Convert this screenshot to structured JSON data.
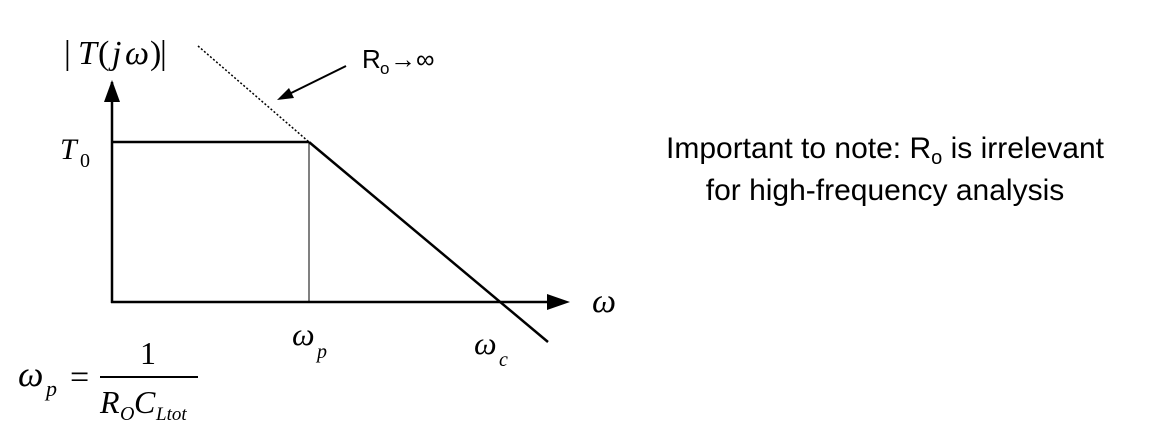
{
  "diagram": {
    "y_axis_label": {
      "abs_left": "|",
      "func": "T",
      "paren_open": "(",
      "arg_j": "j",
      "arg_w": "ω",
      "paren_close": ")",
      "abs_right": "|"
    },
    "level_label": {
      "main": "T",
      "sub": "0"
    },
    "x_axis_label": "ω",
    "pole_label": {
      "main": "ω",
      "sub": "p"
    },
    "crossover_label": {
      "main": "ω",
      "sub": "c"
    },
    "annotation": {
      "main": "R",
      "sub": "o",
      "rest": "→∞"
    },
    "formula": {
      "lhs_main": "ω",
      "lhs_sub": "p",
      "eq": "=",
      "numerator": "1",
      "den_r": "R",
      "den_r_sub": "O",
      "den_c": "C",
      "den_c_sub": "Ltot"
    }
  },
  "note": {
    "line1_before": "Important to note: R",
    "line1_sub": "o",
    "line1_after": " is irrelevant",
    "line2": "for high-frequency analysis"
  },
  "colors": {
    "ink": "#000000"
  }
}
